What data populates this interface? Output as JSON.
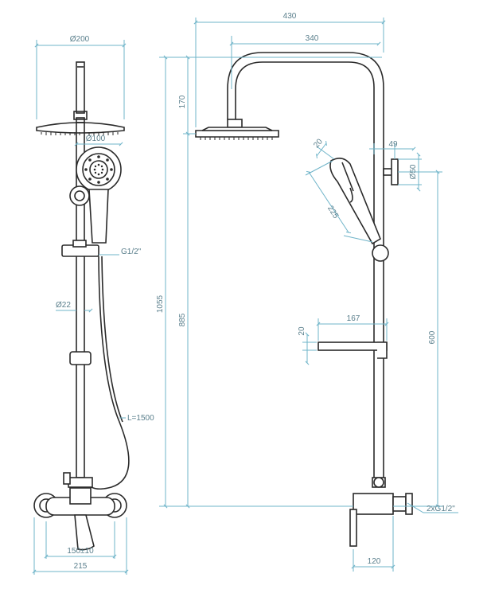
{
  "colors": {
    "dimension": "#6fb4c9",
    "dimension_text": "#5a7f8c",
    "outline": "#2a2a2a"
  },
  "dimensions": {
    "front_head_diameter": "Ø200",
    "front_hand_diameter": "Ø100",
    "front_thread": "G1/2\"",
    "front_rail_diameter": "Ø22",
    "front_hose_length": "L=1500",
    "front_centers": "150±10",
    "front_width": "215",
    "side_overall_width": "430",
    "side_arm_reach": "340",
    "side_head_drop": "170",
    "side_total_height": "1055",
    "side_inlet_height": "885",
    "side_hand_angle": "20",
    "side_hand_length": "225",
    "side_bracket_depth": "49",
    "side_bracket_diameter": "Ø50",
    "side_shelf_length": "167",
    "side_shelf_height": "20",
    "side_bracket_spacing": "600",
    "side_inlet_thread": "2xG1/2\"",
    "side_wall_depth": "120"
  }
}
